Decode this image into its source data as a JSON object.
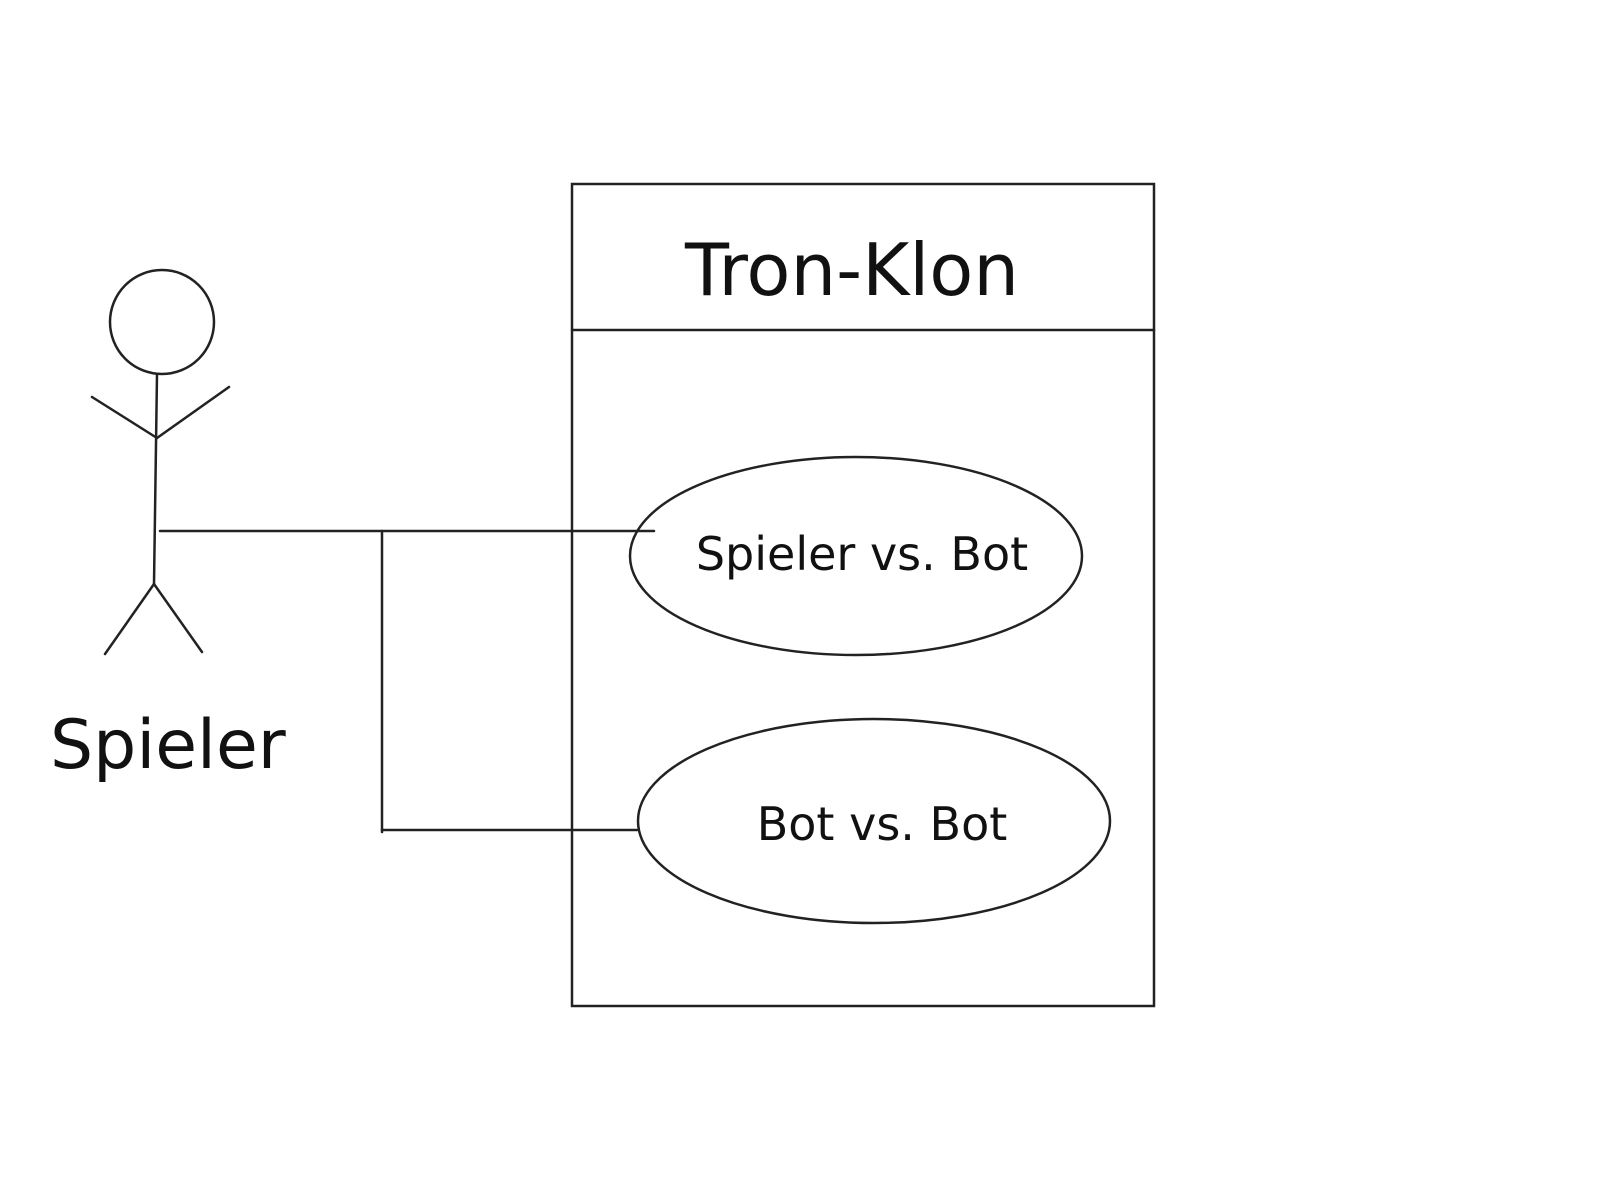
{
  "system": {
    "title": "Tron-Klon"
  },
  "actor": {
    "name": "Spieler",
    "icon": "stick-figure-icon"
  },
  "use_cases": [
    {
      "label": "Spieler vs. Bot"
    },
    {
      "label": "Bot vs. Bot"
    }
  ],
  "colors": {
    "stroke": "#222222",
    "text": "#111111",
    "background": "#ffffff"
  }
}
